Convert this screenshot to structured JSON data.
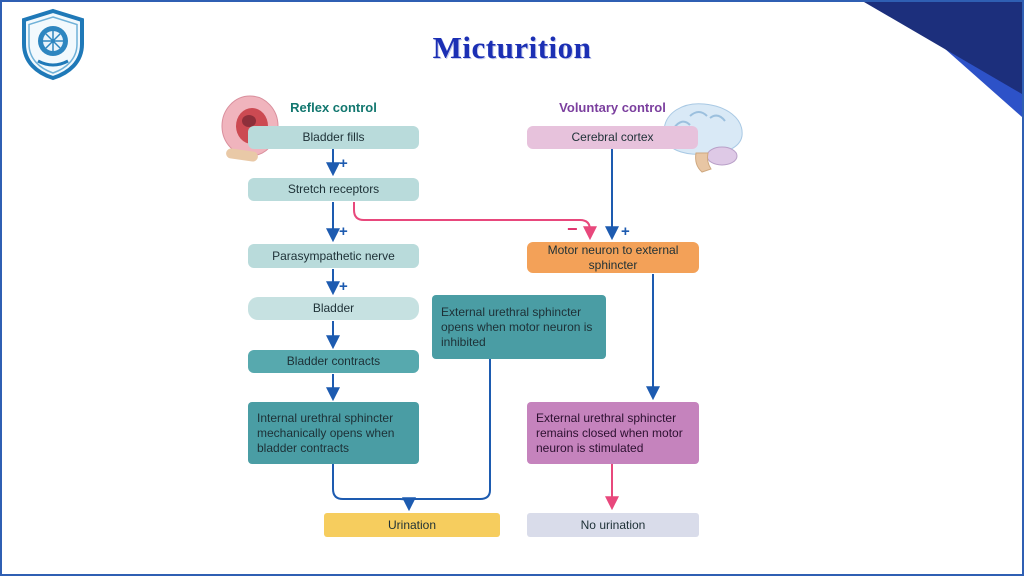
{
  "slide": {
    "title": "Micturition"
  },
  "flowchart": {
    "headers": {
      "reflex": "Reflex control",
      "voluntary": "Voluntary control"
    },
    "nodes": {
      "bladder_fills": "Bladder fills",
      "stretch_receptors": "Stretch receptors",
      "parasympathetic_nerve": "Parasympathetic nerve",
      "bladder": "Bladder",
      "bladder_contracts": "Bladder contracts",
      "internal_urethral": "Internal urethral sphincter mechanically opens when bladder contracts",
      "external_opens": "External urethral sphincter opens when motor neuron is inhibited",
      "urination": "Urination",
      "cerebral_cortex": "Cerebral cortex",
      "motor_neuron": "Motor neuron to external sphincter",
      "external_closed": "External urethral sphincter remains closed when motor neuron is stimulated",
      "no_urination": "No urination"
    },
    "signs": {
      "plus": "+",
      "minus": "−"
    },
    "colors": {
      "excitatory_arrow": "#1d5bb0",
      "inhibitory_arrow": "#e8487c",
      "reflex_header": "#12776f",
      "voluntary_header": "#7b3f9e",
      "title_blue": "#1b2fb4",
      "corner_navy": "#1c2f7c",
      "corner_blue": "#2d52c8"
    }
  }
}
